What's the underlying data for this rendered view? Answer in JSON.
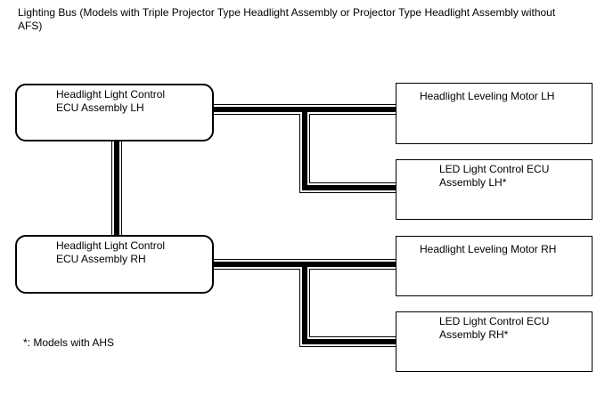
{
  "page": {
    "title": "Lighting Bus (Models with Triple Projector Type Headlight Assembly or Projector Type Headlight Assembly without\nAFS)",
    "footnote": "*: Models with AHS"
  },
  "diagram": {
    "bus_name": "Lighting Bus",
    "nodes": {
      "ecu_lh": {
        "label": "Headlight Light Control\nECU Assembly LH",
        "shape": "rounded"
      },
      "ecu_rh": {
        "label": "Headlight Light Control\nECU Assembly RH",
        "shape": "rounded"
      },
      "motor_lh": {
        "label": "Headlight Leveling Motor LH",
        "shape": "rectangle"
      },
      "led_lh": {
        "label": "LED Light Control ECU\nAssembly LH*",
        "shape": "rectangle"
      },
      "motor_rh": {
        "label": "Headlight Leveling Motor RH",
        "shape": "rectangle"
      },
      "led_rh": {
        "label": "LED Light Control ECU\nAssembly RH*",
        "shape": "rectangle"
      }
    },
    "connections": [
      {
        "from": "Headlight Light Control ECU Assembly LH",
        "to": "Headlight Leveling Motor LH"
      },
      {
        "from": "Headlight Light Control ECU Assembly LH",
        "to": "LED Light Control ECU Assembly LH*"
      },
      {
        "from": "Headlight Light Control ECU Assembly LH",
        "to": "Headlight Light Control ECU Assembly RH"
      },
      {
        "from": "Headlight Light Control ECU Assembly RH",
        "to": "Headlight Leveling Motor RH"
      },
      {
        "from": "Headlight Light Control ECU Assembly RH",
        "to": "LED Light Control ECU Assembly RH*"
      }
    ],
    "colors": {
      "line": "#000000",
      "background": "#ffffff"
    }
  }
}
